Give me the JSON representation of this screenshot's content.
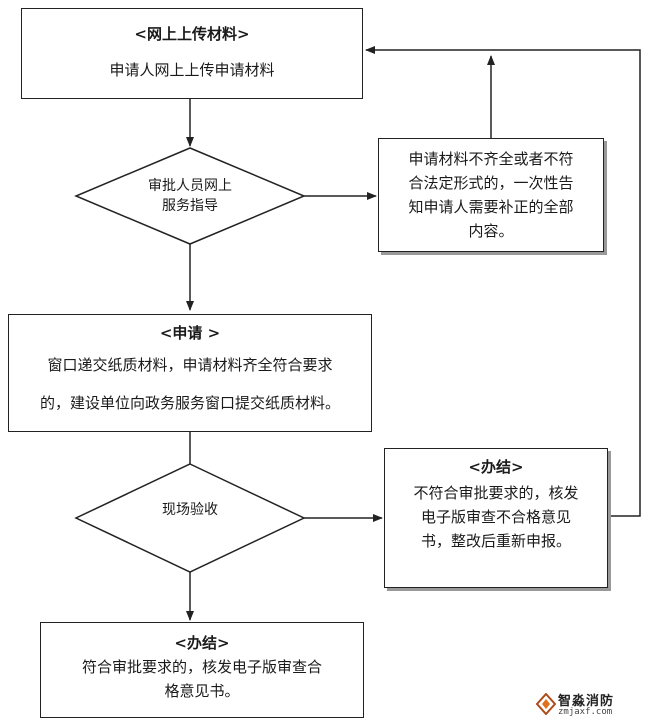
{
  "flow": {
    "upload": {
      "title": "<网上上传材料>",
      "text": "申请人网上上传申请材料"
    },
    "guide": {
      "line1": "审批人员网上",
      "line2": "服务指导"
    },
    "incomplete": {
      "line1": "申请材料不齐全或者不符",
      "line2": "合法定形式的，一次性告",
      "line3": "知申请人需要补正的全部",
      "line4": "内容。"
    },
    "apply": {
      "title": "<申请 >",
      "line1": "窗口递交纸质材料，申请材料齐全符合要求",
      "line2": "的，建设单位向政务服务窗口提交纸质材料。"
    },
    "inspect": {
      "label": "现场验收"
    },
    "reject": {
      "title": "<办结>",
      "line1": "不符合审批要求的，核发",
      "line2": "电子版审查不合格意见",
      "line3": "书，整改后重新申报。"
    },
    "finish": {
      "title": "<办结>",
      "line1": "符合审批要求的，核发电子版审查合",
      "line2": "格意见书。"
    }
  },
  "watermark": {
    "brand": "智淼消防",
    "site": "zmjaxf.com"
  },
  "colors": {
    "line": "#222222",
    "shadow": "#999999"
  }
}
